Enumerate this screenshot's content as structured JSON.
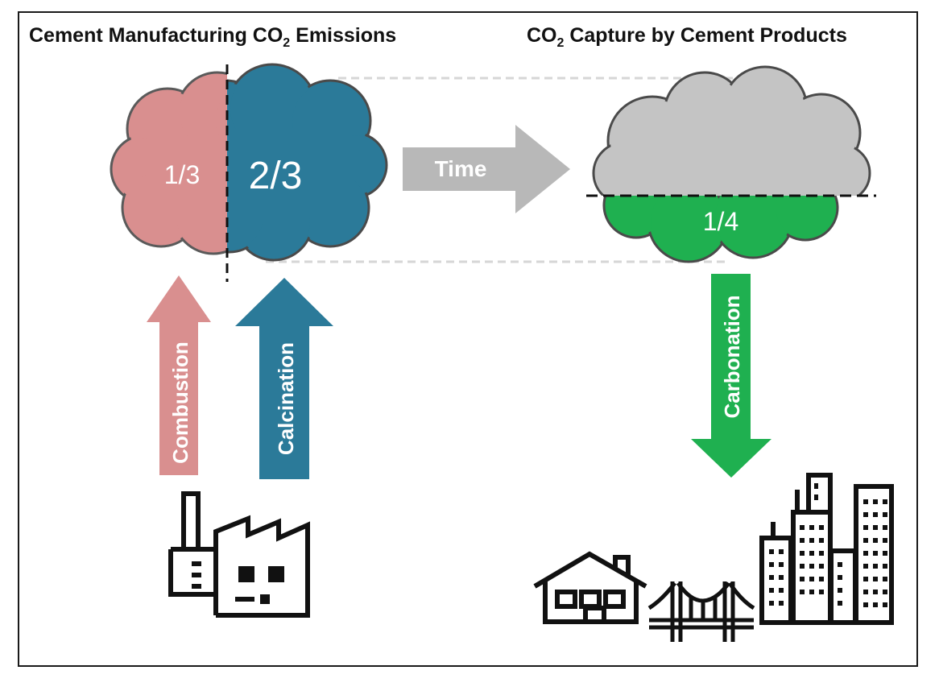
{
  "titles": {
    "left_pre": "Cement Manufacturing CO",
    "left_sub": "2",
    "left_post": " Emissions",
    "right_pre": "CO",
    "right_sub": "2",
    "right_post": " Capture by Cement Products"
  },
  "emissions_cloud": {
    "combustion_fraction": "1/3",
    "calcination_fraction": "2/3"
  },
  "capture_cloud": {
    "captured_fraction": "1/4"
  },
  "arrows": {
    "time_label": "Time",
    "combustion_label": "Combustion",
    "calcination_label": "Calcination",
    "carbonation_label": "Carbonation"
  },
  "colors": {
    "combustion": "#d98f8f",
    "calcination": "#2b7a99",
    "time": "#b8b8b8",
    "captured": "#1fb050",
    "capture_cloud": "#c4c4c4"
  }
}
